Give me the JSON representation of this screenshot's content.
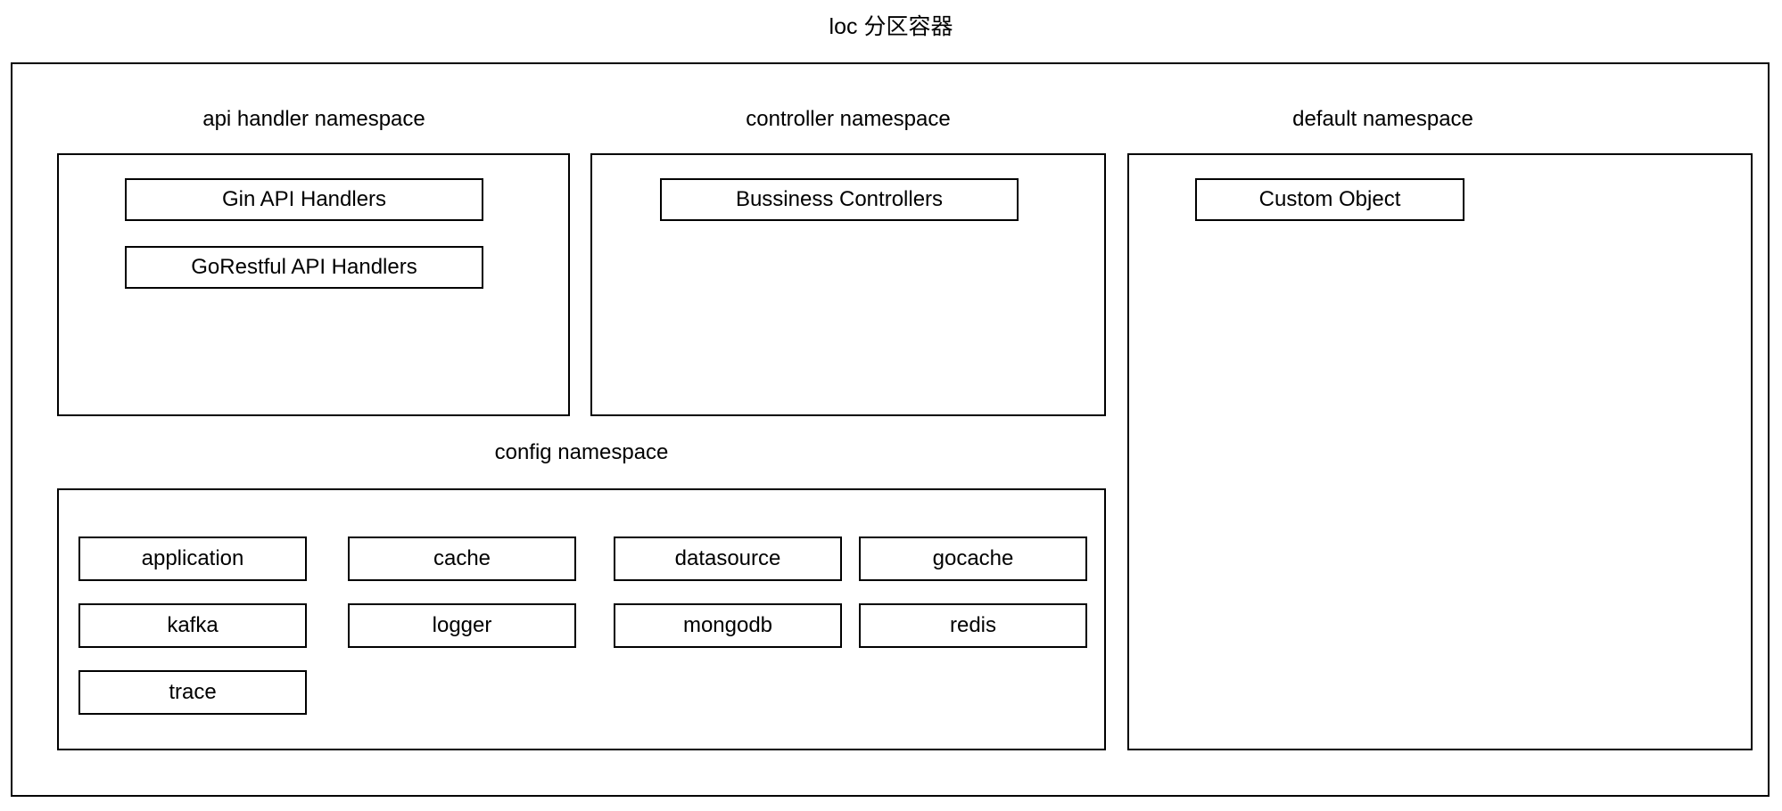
{
  "diagram": {
    "title": "loc 分区容器",
    "namespaces": {
      "api_handler": {
        "label": "api handler namespace",
        "items": [
          "Gin API Handlers",
          "GoRestful API Handlers"
        ]
      },
      "controller": {
        "label": "controller namespace",
        "items": [
          "Bussiness Controllers"
        ]
      },
      "default": {
        "label": "default namespace",
        "items": [
          "Custom Object"
        ]
      },
      "config": {
        "label": "config namespace",
        "items": [
          "application",
          "cache",
          "datasource",
          "gocache",
          "kafka",
          "logger",
          "mongodb",
          "redis",
          "trace"
        ]
      }
    },
    "colors": {
      "stroke": "#000000",
      "background": "#ffffff",
      "text": "#000000"
    }
  }
}
